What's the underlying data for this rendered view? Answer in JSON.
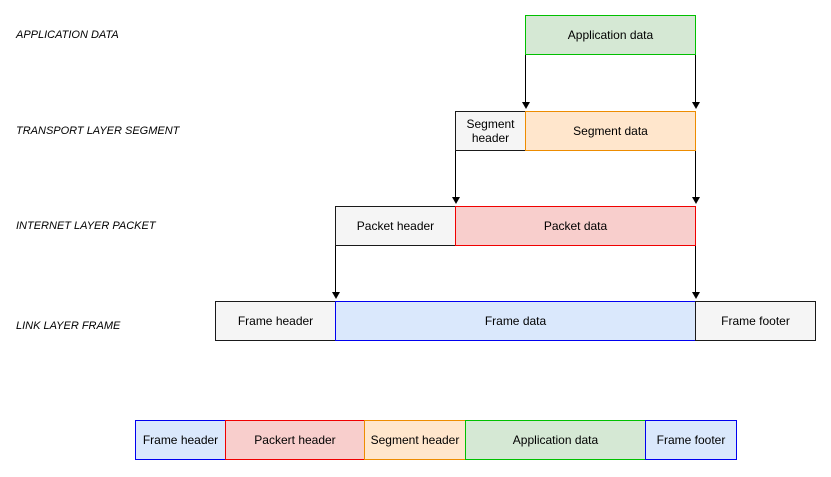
{
  "colors": {
    "green": {
      "fill": "#d5e8d4",
      "stroke": "#00c000"
    },
    "orange": {
      "fill": "#ffe6cc",
      "stroke": "#ed8c00"
    },
    "red": {
      "fill": "#f8cecc",
      "stroke": "#f00000"
    },
    "blue": {
      "fill": "#dae8fc",
      "stroke": "#0000f0"
    },
    "gray": {
      "fill": "#f5f5f5",
      "stroke": "#1a1a1a"
    }
  },
  "row_labels": [
    {
      "label": "APPLICATION DATA"
    },
    {
      "label": "TRANSPORT LAYER SEGMENT"
    },
    {
      "label": "INTERNET LAYER PACKET"
    },
    {
      "label": "LINK LAYER FRAME"
    }
  ],
  "layers": {
    "application": {
      "data": "Application data"
    },
    "transport": {
      "header": "Segment header",
      "data": "Segment data"
    },
    "internet": {
      "header": "Packet header",
      "data": "Packet data"
    },
    "link": {
      "header": "Frame header",
      "data": "Frame data",
      "footer": "Frame footer"
    }
  },
  "assembled_frame": [
    {
      "label": "Frame header",
      "color": "blue"
    },
    {
      "label": "Packert header",
      "color": "red"
    },
    {
      "label": "Segment header",
      "color": "orange"
    },
    {
      "label": "Application data",
      "color": "green"
    },
    {
      "label": "Frame footer",
      "color": "blue"
    }
  ]
}
